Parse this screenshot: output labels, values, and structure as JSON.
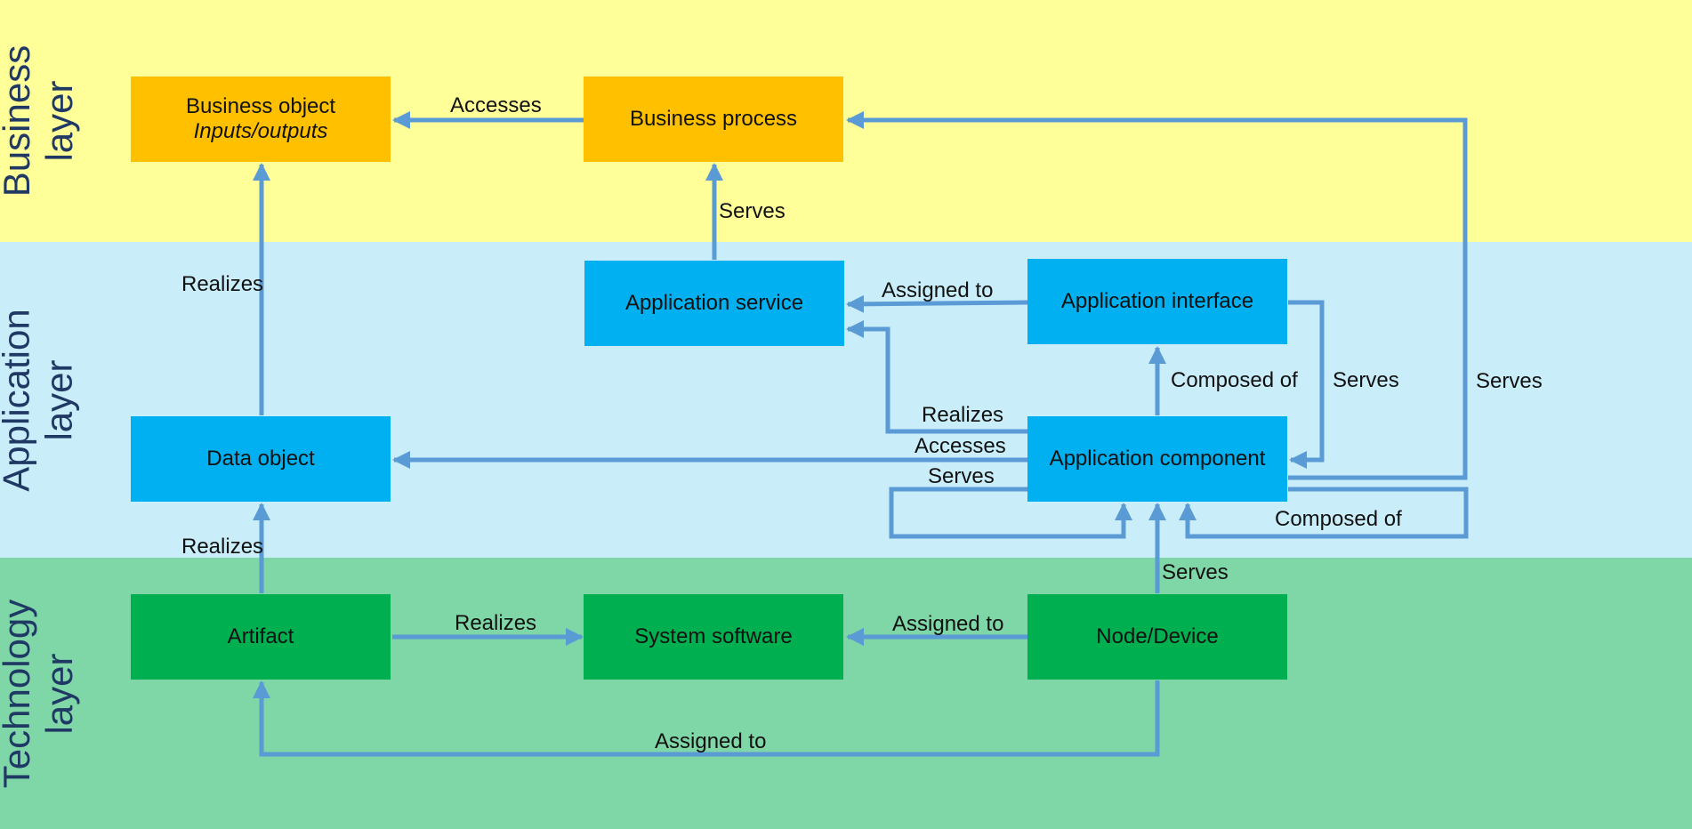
{
  "colors": {
    "business_bg": "#ffff99",
    "application_bg": "#c9eefa",
    "technology_bg": "#7fd6a6",
    "business_box": "#ffc000",
    "application_box": "#00b0f0",
    "technology_box": "#00b050",
    "connector": "#5b9bd5",
    "title_text": "#1f3864"
  },
  "layers": {
    "business": "Business\nlayer",
    "application": "Application\nlayer",
    "technology": "Technology\nlayer"
  },
  "elements": {
    "business_object": {
      "label": "Business object",
      "sublabel": "Inputs/outputs"
    },
    "business_process": {
      "label": "Business process"
    },
    "application_service": {
      "label": "Application service"
    },
    "application_interface": {
      "label": "Application interface"
    },
    "data_object": {
      "label": "Data object"
    },
    "application_component": {
      "label": "Application component"
    },
    "artifact": {
      "label": "Artifact"
    },
    "system_software": {
      "label": "System software"
    },
    "node_device": {
      "label": "Node/Device"
    }
  },
  "relations": {
    "accesses_business": "Accesses",
    "serves_app_service_to_process": "Serves",
    "realizes_data_to_business_object": "Realizes",
    "assigned_interface_to_service": "Assigned to",
    "composed_interface": "Composed of",
    "serves_interface_to_component": "Serves",
    "serves_component_to_process": "Serves",
    "realizes_component_to_service": "Realizes",
    "accesses_component_to_data": "Accesses",
    "serves_component_loop": "Serves",
    "composed_component_loop": "Composed of",
    "realizes_artifact_to_data": "Realizes",
    "serves_node_to_component": "Serves",
    "realizes_artifact_to_software": "Realizes",
    "assigned_node_to_software": "Assigned to",
    "assigned_node_to_artifact": "Assigned to"
  }
}
